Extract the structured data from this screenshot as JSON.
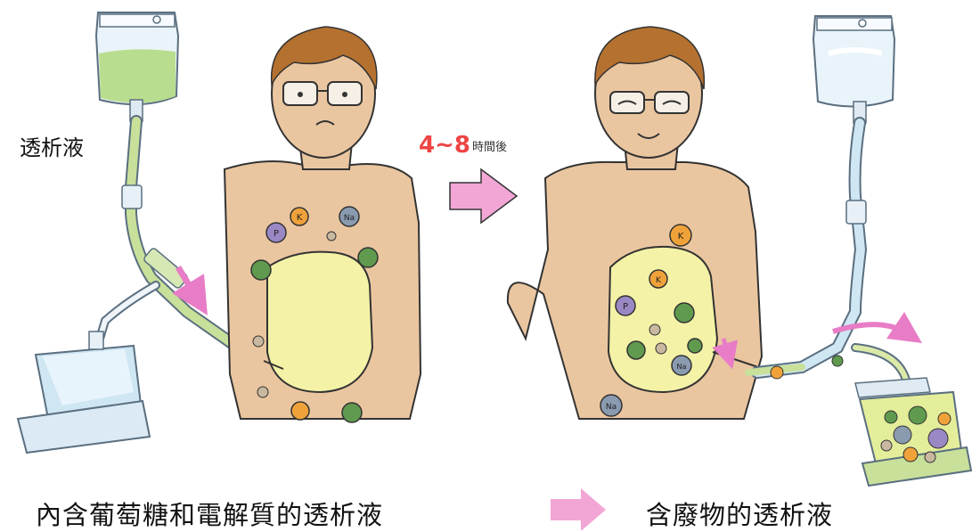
{
  "labels": {
    "dialysate": "透析液",
    "time_prefix": "4~8",
    "time_suffix": "時間後",
    "caption_before": "內含葡萄糖和電解質的透析液",
    "caption_after": "含廢物的透析液"
  },
  "particles": {
    "potassium": "K",
    "phosphorus": "P",
    "sodium": "Na"
  },
  "colors": {
    "dialysate_fresh": "#b9dd8e",
    "dialysate_spent": "#cfe6f3",
    "skin": "#eac6a0",
    "hair": "#b5712f",
    "peritoneum": "#f4f2a6",
    "arrow_pink": "#f2a6d6",
    "potassium": "#f0a23a",
    "phosphorus": "#9a88c4",
    "sodium": "#8a9bb0",
    "waste_green": "#5f9a4f"
  }
}
